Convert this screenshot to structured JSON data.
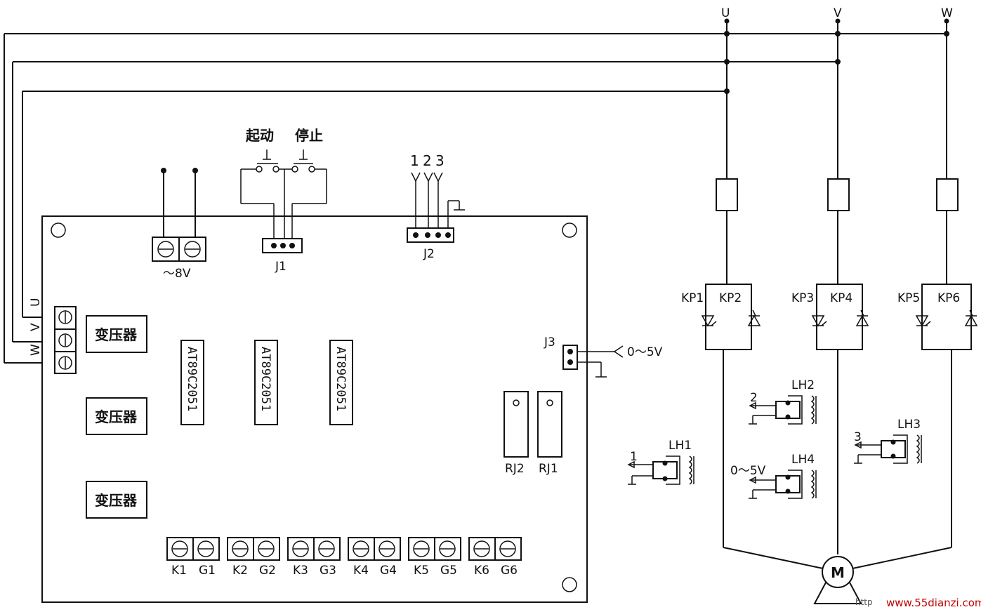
{
  "phases": {
    "u": "U",
    "v": "V",
    "w": "W"
  },
  "buttons": {
    "start": "起动",
    "stop": "停止"
  },
  "pins_j2": [
    "1",
    "2",
    "3"
  ],
  "labels": {
    "power": "～8V",
    "j1": "J1",
    "j2": "J2",
    "j3": "J3",
    "j3_signal": "0～5V",
    "rj1": "RJ1",
    "rj2": "RJ2"
  },
  "transformers": [
    "变压器",
    "变压器",
    "变压器"
  ],
  "chips": [
    "AT89C2051",
    "AT89C2051",
    "AT89C2051"
  ],
  "terminals": [
    "K1",
    "G1",
    "K2",
    "G2",
    "K3",
    "G3",
    "K4",
    "G4",
    "K5",
    "G5",
    "K6",
    "G6"
  ],
  "thyristors": [
    "KP1",
    "KP2",
    "KP3",
    "KP4",
    "KP5",
    "KP6"
  ],
  "current_sensors": {
    "lh1": "LH1",
    "lh1_out": "1",
    "lh2": "LH2",
    "lh2_out": "2",
    "lh3": "LH3",
    "lh3_out": "3",
    "lh4": "LH4",
    "lh4_out": "0～5V"
  },
  "motor": "M",
  "watermark": "www.55dianzi.com",
  "watermark_left": "http"
}
